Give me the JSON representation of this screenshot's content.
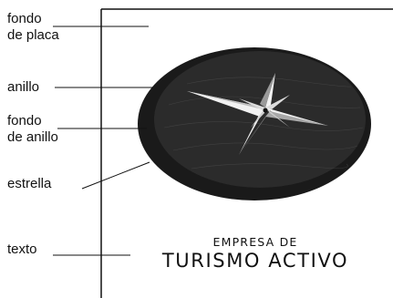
{
  "labels": {
    "fondo_de_placa": [
      "fondo",
      "de placa"
    ],
    "anillo": "anillo",
    "fondo_de_anillo": [
      "fondo",
      "de anillo"
    ],
    "estrella": "estrella",
    "texto": "texto"
  },
  "plaque": {
    "line1": "EMPRESA DE",
    "line2": "TURISMO ACTIVO"
  },
  "colors": {
    "ink": "#111111",
    "ring": "#1a1a1a",
    "ring_background": "#2a2a2a",
    "star_light": "#f2f2f2",
    "star_dark": "#0d0d0d"
  }
}
